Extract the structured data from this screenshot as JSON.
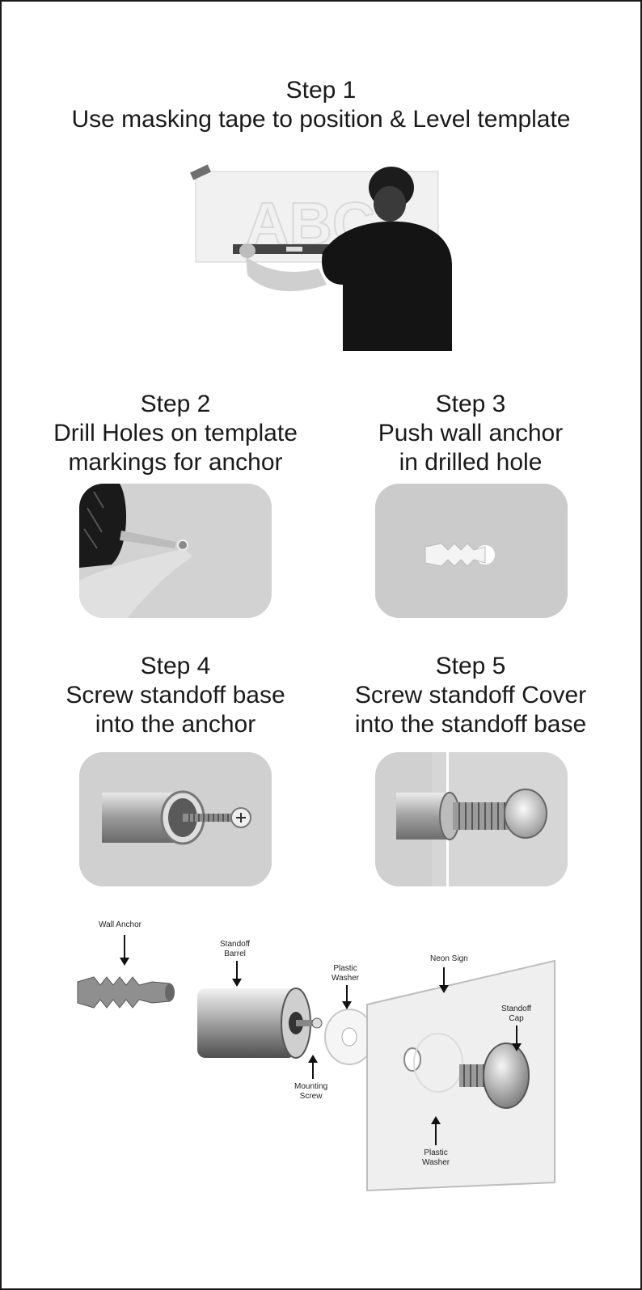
{
  "step1": {
    "title": "Step 1",
    "desc": "Use masking tape to position & Level template",
    "template_text": "ABC"
  },
  "step2": {
    "title": "Step 2",
    "line1": "Drill Holes on template",
    "line2": "markings for anchor"
  },
  "step3": {
    "title": "Step 3",
    "line1": "Push wall anchor",
    "line2": "in drilled hole"
  },
  "step4": {
    "title": "Step 4",
    "line1": "Screw standoff base",
    "line2": "into the anchor"
  },
  "step5": {
    "title": "Step 5",
    "line1": "Screw standoff Cover",
    "line2": "into the standoff base"
  },
  "diagram": {
    "wall_anchor": "Wall Anchor",
    "standoff_barrel_1": "Standoff",
    "standoff_barrel_2": "Barrel",
    "plastic_washer_top_1": "Plastic",
    "plastic_washer_top_2": "Washer",
    "neon_sign": "Neon Sign",
    "standoff_cap_1": "Standoff",
    "standoff_cap_2": "Cap",
    "mounting_screw_1": "Mounting",
    "mounting_screw_2": "Screw",
    "plastic_washer_bottom_1": "Plastic",
    "plastic_washer_bottom_2": "Washer"
  }
}
